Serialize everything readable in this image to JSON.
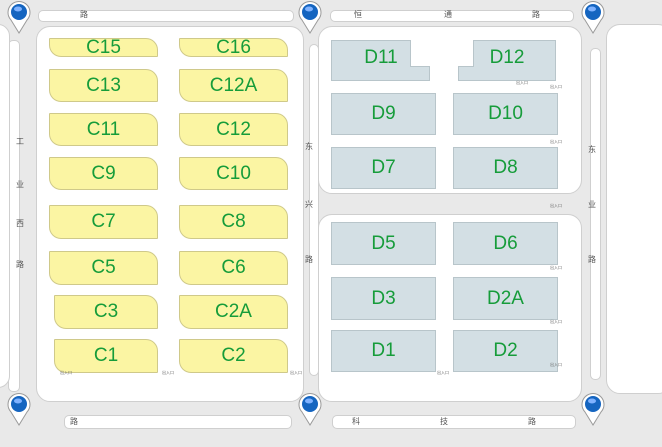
{
  "roads": {
    "top_east": [
      "恒",
      "通",
      "路"
    ],
    "top_west": [
      "路"
    ],
    "bottom_west": [
      "路"
    ],
    "bottom_east": [
      "科",
      "技",
      "路"
    ],
    "left": [
      "工",
      "业",
      "西",
      "路"
    ],
    "middle": [
      "东",
      "兴",
      "路"
    ],
    "right": [
      "东",
      "业",
      "路"
    ]
  },
  "zones_c": [
    "C15",
    "C16",
    "C13",
    "C12A",
    "C11",
    "C12",
    "C9",
    "C10",
    "C7",
    "C8",
    "C5",
    "C6",
    "C3",
    "C2A",
    "C1",
    "C2"
  ],
  "zones_d": [
    "D11",
    "D12",
    "D9",
    "D10",
    "D7",
    "D8",
    "D5",
    "D6",
    "D3",
    "D2A",
    "D1",
    "D2"
  ],
  "colors": {
    "c_fill": "#fbf5a3",
    "d_fill": "#d3dfe4",
    "label": "#169c3a",
    "marker": "#1565c0"
  },
  "markers": [
    "location-marker",
    "location-marker",
    "location-marker",
    "location-marker",
    "location-marker",
    "location-marker"
  ],
  "entrance_labels": [
    "出入口",
    "出入口",
    "出入口",
    "出入口",
    "出入口",
    "出入口",
    "出入口",
    "出入口",
    "出入口",
    "出入口",
    "出入口"
  ]
}
